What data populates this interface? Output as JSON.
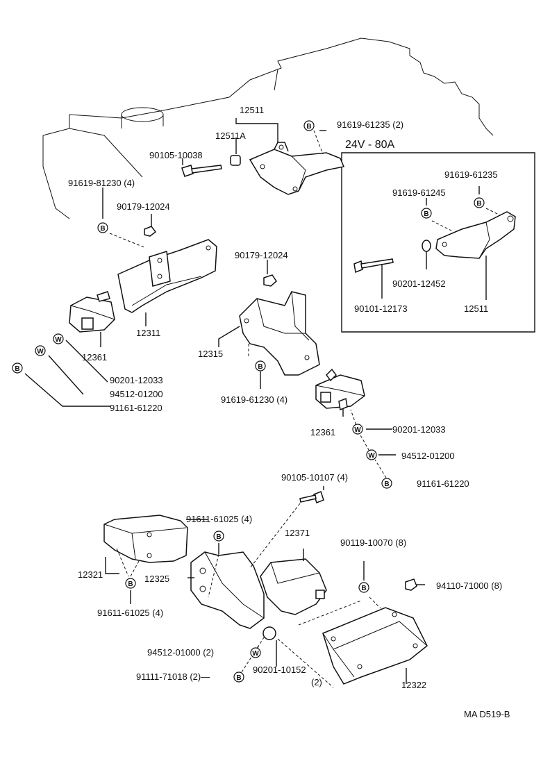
{
  "title": "24V - 80A",
  "code": "MA D519-B",
  "labels": [
    {
      "id": "p12511_top",
      "text": "12511"
    },
    {
      "id": "p12511a",
      "text": "12511A"
    },
    {
      "id": "p91619_61235_2",
      "text": "91619-61235 (2)"
    },
    {
      "id": "p90105_10038",
      "text": "90105-10038"
    },
    {
      "id": "p91619_81230",
      "text": "91619-81230 (4)"
    },
    {
      "id": "p90179_12024_a",
      "text": "90179-12024"
    },
    {
      "id": "p90179_12024_b",
      "text": "90179-12024"
    },
    {
      "id": "p12311",
      "text": "12311"
    },
    {
      "id": "p12361_a",
      "text": "12361"
    },
    {
      "id": "p90201_12033_a",
      "text": "90201-12033"
    },
    {
      "id": "p94512_01200_a",
      "text": "94512-01200"
    },
    {
      "id": "p91161_61220_a",
      "text": "91161-61220"
    },
    {
      "id": "p12315",
      "text": "12315"
    },
    {
      "id": "p91619_61230",
      "text": "91619-61230 (4)"
    },
    {
      "id": "p12361_b",
      "text": "12361"
    },
    {
      "id": "p90201_12033_b",
      "text": "90201-12033"
    },
    {
      "id": "p94512_01200_b",
      "text": "94512-01200"
    },
    {
      "id": "p91161_61220_b",
      "text": "91161-61220"
    },
    {
      "id": "p91619_61235",
      "text": "91619-61235"
    },
    {
      "id": "p91619_61245",
      "text": "91619-61245"
    },
    {
      "id": "p90201_12452",
      "text": "90201-12452"
    },
    {
      "id": "p90101_12173",
      "text": "90101-12173"
    },
    {
      "id": "p12511_box",
      "text": "12511"
    },
    {
      "id": "p90105_10107",
      "text": "90105-10107 (4)"
    },
    {
      "id": "p91611_61025_a",
      "text": "91611-61025 (4)"
    },
    {
      "id": "p12371",
      "text": "12371"
    },
    {
      "id": "p90119_10070",
      "text": "90119-10070 (8)"
    },
    {
      "id": "p12321",
      "text": "12321"
    },
    {
      "id": "p12325",
      "text": "12325"
    },
    {
      "id": "p94110_71000",
      "text": "94110-71000 (8)"
    },
    {
      "id": "p91611_61025_b",
      "text": "91611-61025 (4)"
    },
    {
      "id": "p94512_01000",
      "text": "94512-01000 (2)"
    },
    {
      "id": "p91111_71018",
      "text": "91111-71018 (2)—"
    },
    {
      "id": "p90201_10152",
      "text": "90201-10152"
    },
    {
      "id": "p90201_10152_q",
      "text": "(2)"
    },
    {
      "id": "p12322",
      "text": "12322"
    }
  ],
  "symbols": {
    "bolt": "B",
    "washer": "W"
  }
}
